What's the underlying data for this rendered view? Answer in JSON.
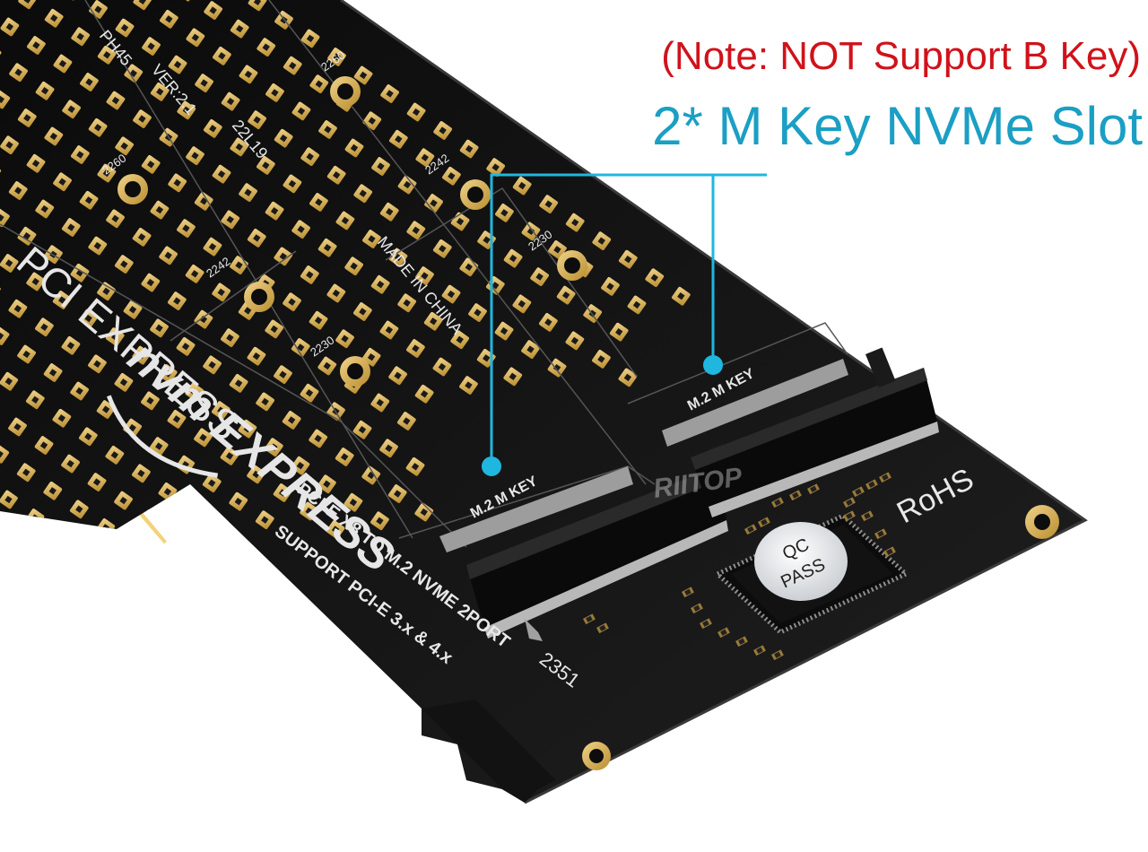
{
  "annotations": {
    "note": "(Note: NOT Support B Key)",
    "headline": "2* M Key NVMe Slot"
  },
  "board": {
    "silkscreen": {
      "model": "PH45",
      "version": "VER:2.1",
      "code": "22L19",
      "origin": "MADE IN CHINA",
      "slot_label_1": "M.2 M KEY",
      "slot_label_2": "M.2 M KEY",
      "product_line_1": "PCI-E X8 TO M.2 NVME 2PORT",
      "product_line_2": "SUPPORT PCI-E 3.x & 4.x",
      "rohs": "RoHS",
      "date_code": "2351",
      "watermark": "RIITOP"
    },
    "mount_sizes": [
      "2260",
      "2242",
      "2230"
    ],
    "logos": {
      "pci_express": "PCI EXPRESS",
      "nvm_express": "nvm EXPRESS"
    },
    "qc_sticker": {
      "line1": "QC",
      "line2": "PASS"
    }
  },
  "colors": {
    "note": "#d0121b",
    "headline": "#1b9fc4",
    "callout_line": "#1fb7df",
    "pcb": "#151515",
    "gold": "#d4a94f"
  }
}
